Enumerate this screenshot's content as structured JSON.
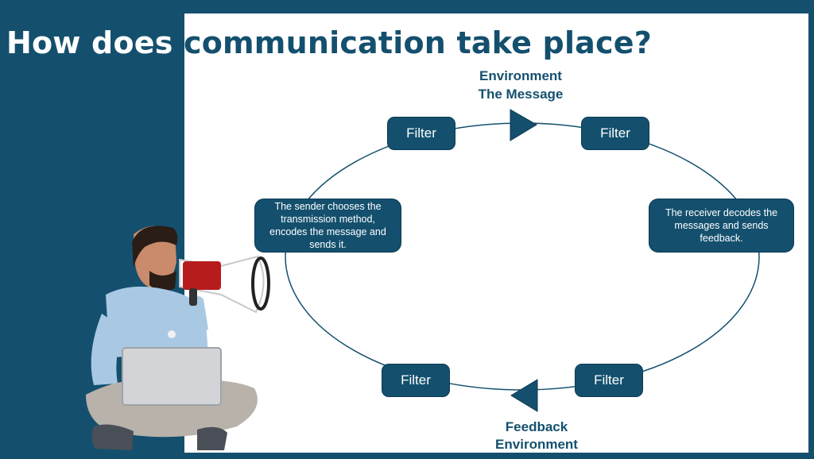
{
  "title": {
    "part1": "How does",
    "part2": " communication take place?"
  },
  "top_labels": {
    "line1": "Environment",
    "line2": "The Message"
  },
  "bottom_labels": {
    "line1": "Feedback",
    "line2": "Environment"
  },
  "filters": {
    "top_left": "Filter",
    "top_right": "Filter",
    "bottom_left": "Filter",
    "bottom_right": "Filter"
  },
  "sender_text": "The sender chooses the transmission method, encodes the message and sends it.",
  "receiver_text": "The receiver decodes the messages and sends feedback.",
  "colors": {
    "primary": "#14506e",
    "background": "#ffffff"
  }
}
